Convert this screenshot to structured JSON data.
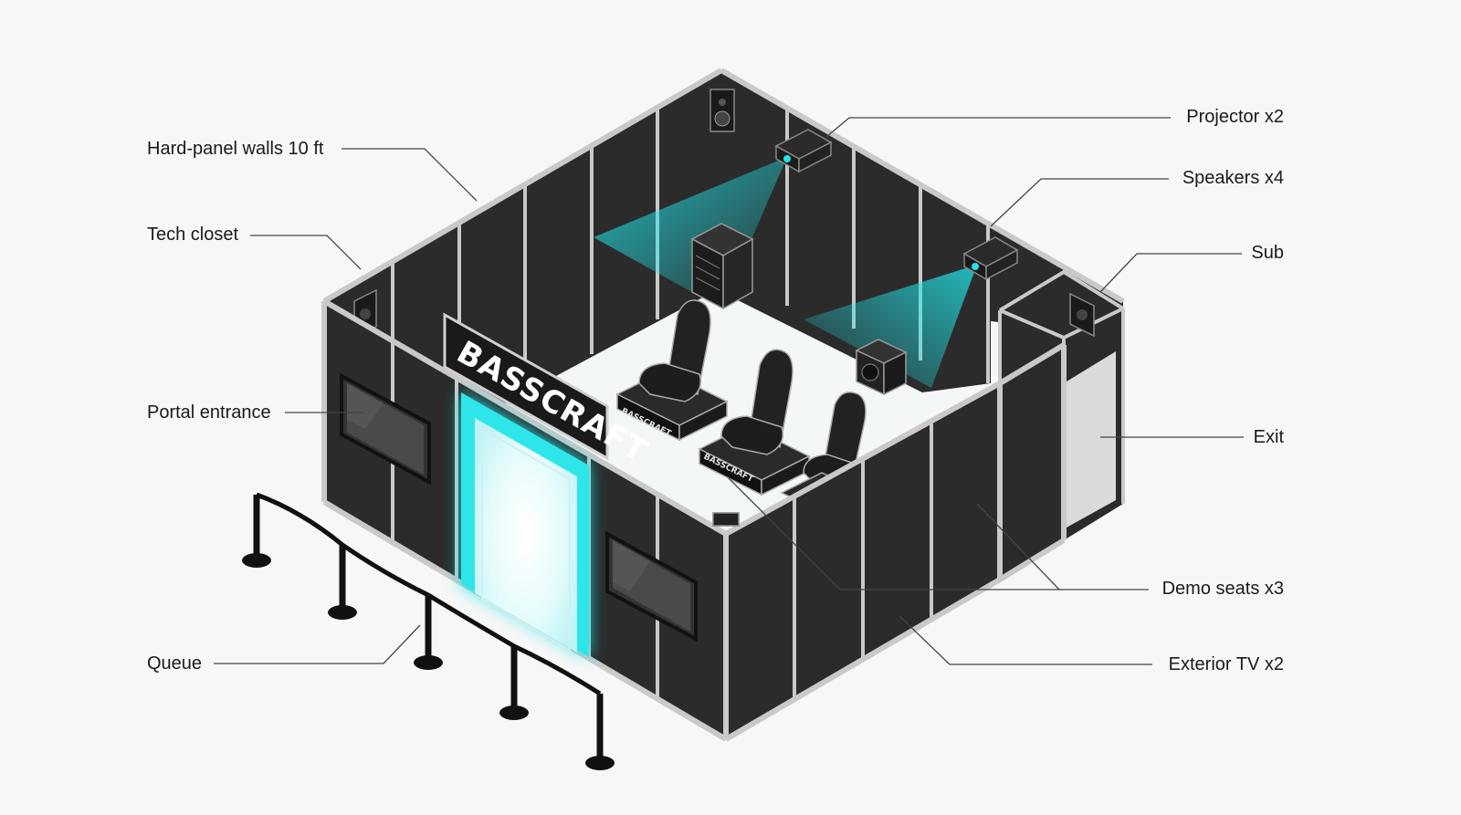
{
  "brand": {
    "sign_text": "BASSCRAFT",
    "seat_badge_text": "BASSCRAFT"
  },
  "callouts": {
    "hard_panel_walls": "Hard-panel walls 10 ft",
    "tech_closet": "Tech closet",
    "portal_entrance": "Portal entrance",
    "queue": "Queue",
    "projector": "Projector x2",
    "speakers": "Speakers x4",
    "sub": "Sub",
    "exit": "Exit",
    "demo_seats": "Demo seats x3",
    "exterior_tv": "Exterior TV x2"
  },
  "colors": {
    "background": "#f7f7f7",
    "panel": "#2b2b2b",
    "frame": "#c9c9c9",
    "floor": "#f4f7f7",
    "glow": "#22e3e8",
    "leader_line": "#444444"
  },
  "icons": {
    "speaker": "speaker-icon",
    "projector": "projector-icon",
    "seat": "seat-icon",
    "tv": "tv-icon",
    "subwoofer": "subwoofer-icon",
    "rack": "tech-rack-icon",
    "stanchion": "stanchion-icon"
  }
}
